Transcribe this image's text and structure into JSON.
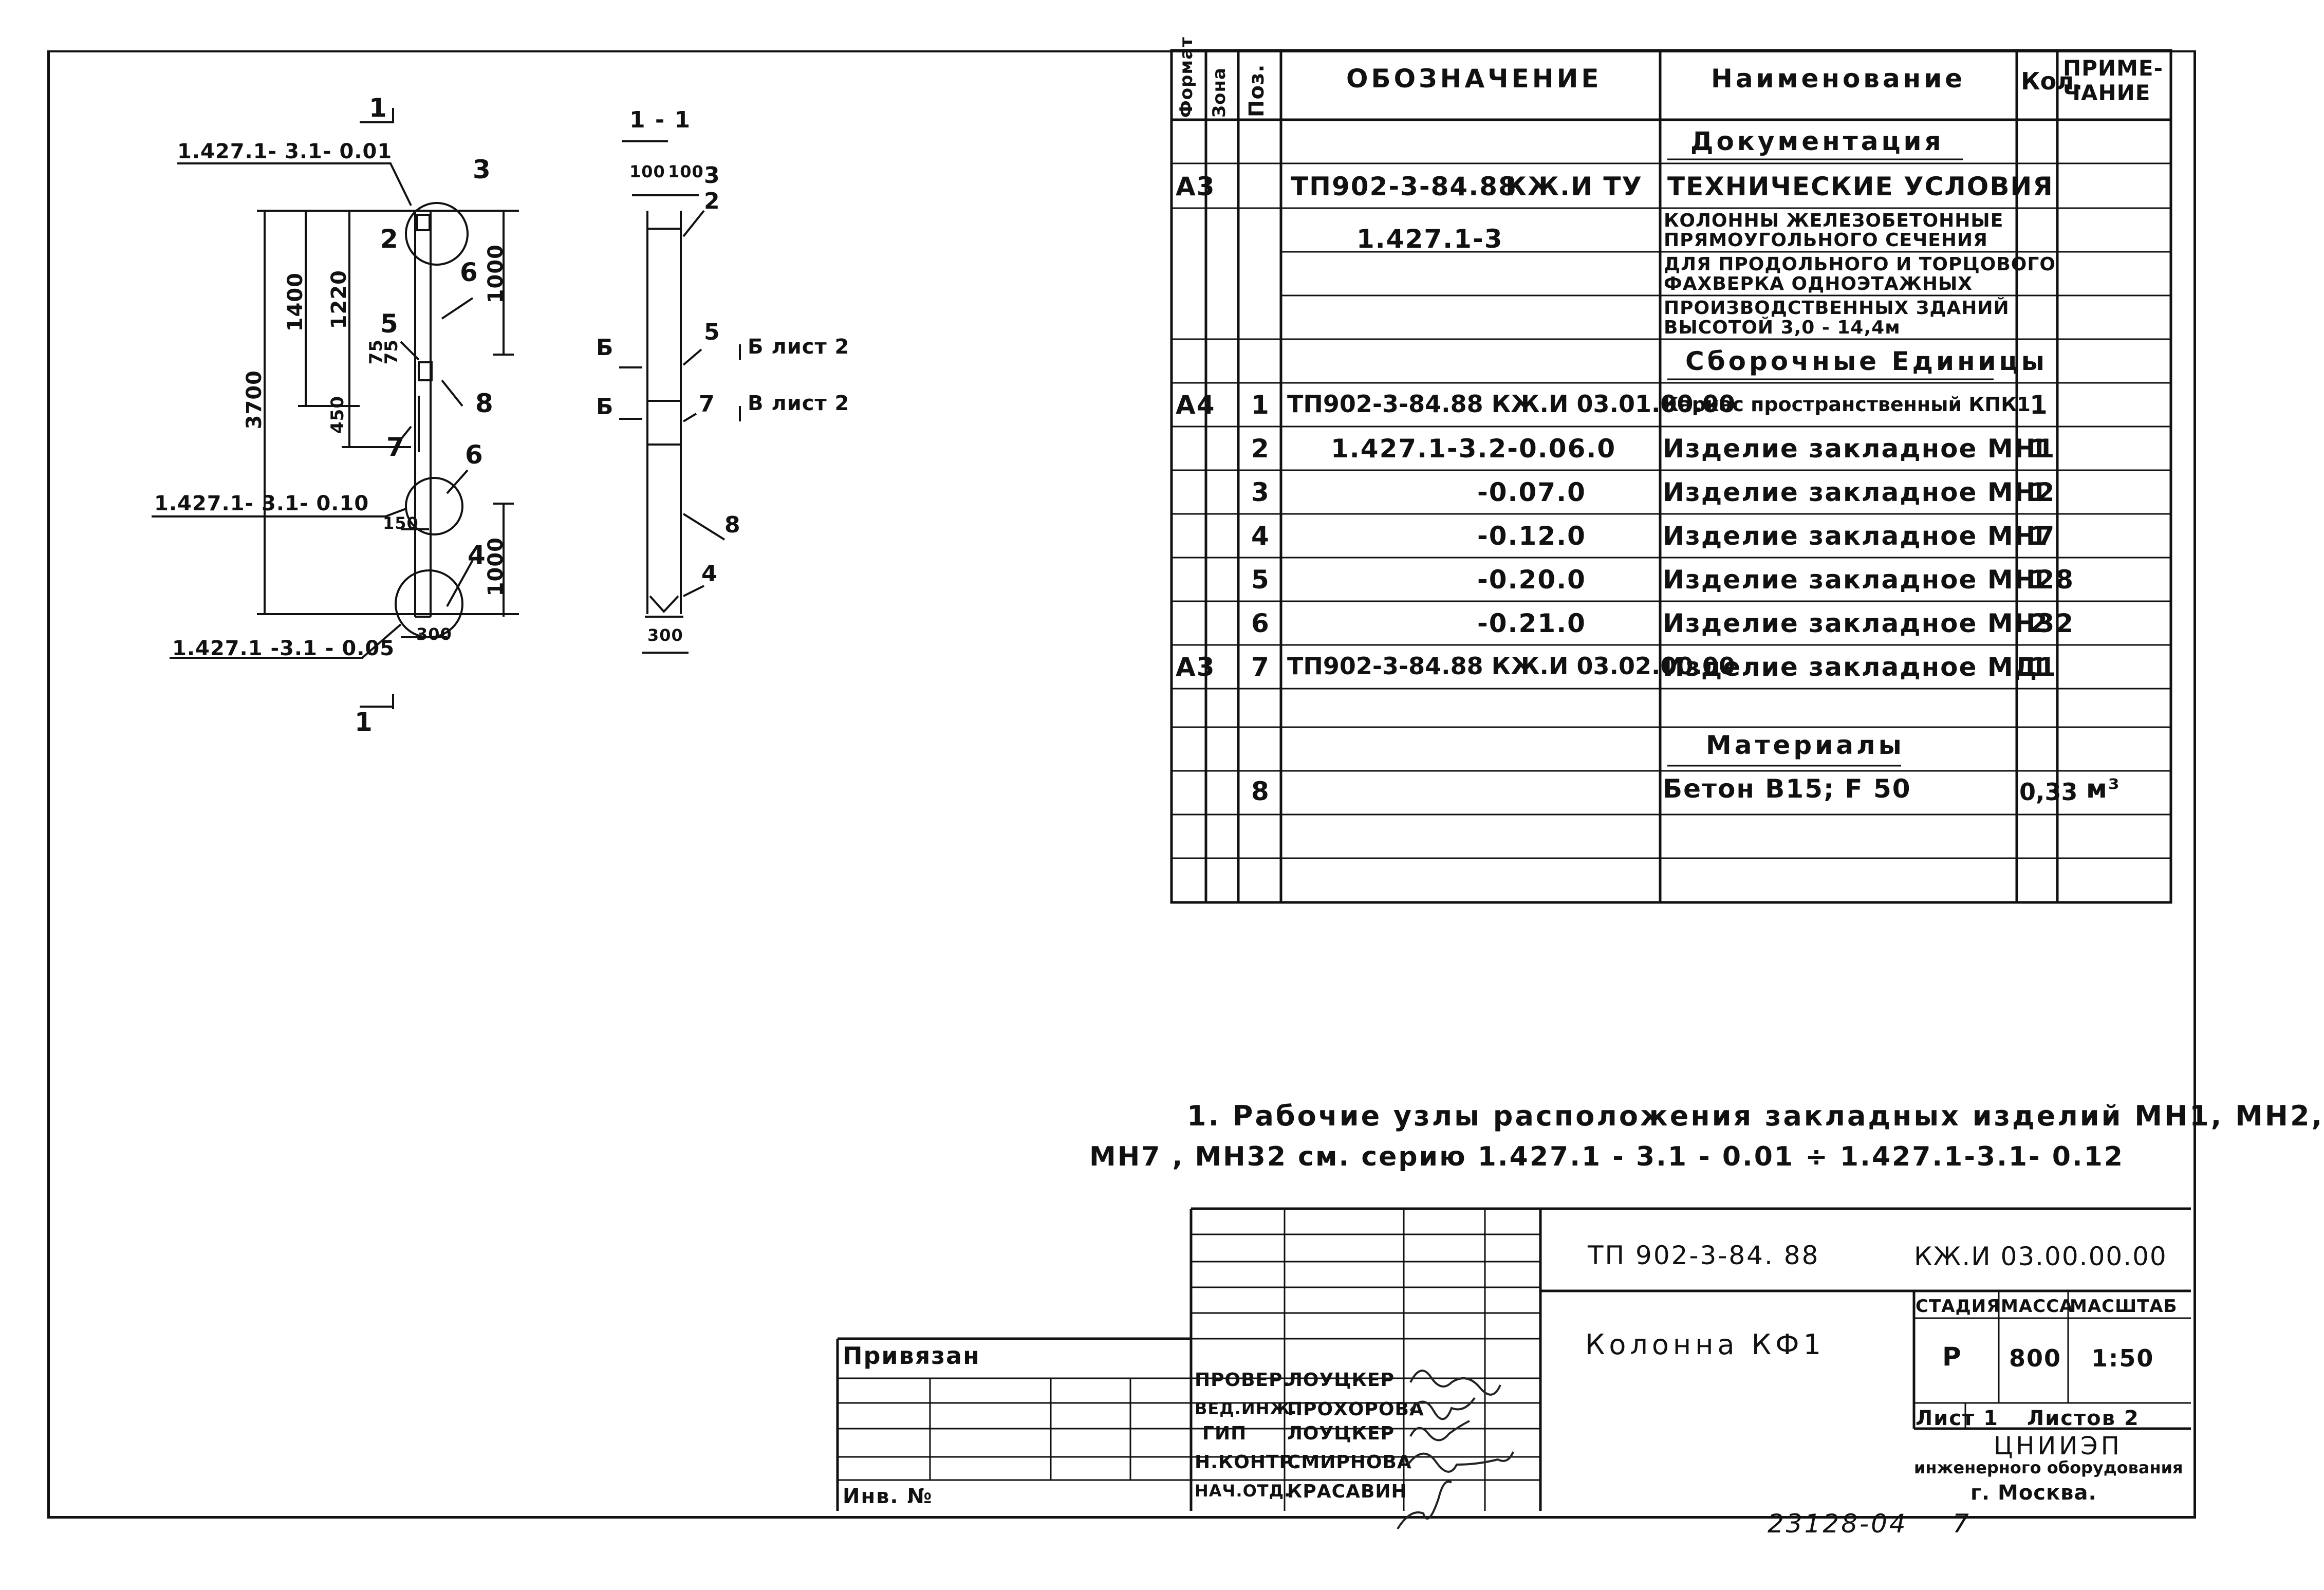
{
  "spec_table": {
    "headers": {
      "format": "Формат",
      "zone": "Зона",
      "pos": "Поз.",
      "designation": "ОБОЗНАЧЕНИЕ",
      "name": "Наименование",
      "qty": "Кол.",
      "note_line1": "ПРИМЕ-",
      "note_line2": "ЧАНИЕ"
    },
    "section_docs": "Документация",
    "doc_row": {
      "format": "А3",
      "designation": "ТП902-3-84.88",
      "code": "КЖ.И  ТУ",
      "name": "ТЕХНИЧЕСКИЕ УСЛОВИЯ"
    },
    "series_designation": "1.427.1-3",
    "series_name_lines": [
      "КОЛОННЫ ЖЕЛЕЗОБЕТОННЫЕ",
      "ПРЯМОУГОЛЬНОГО СЕЧЕНИЯ",
      "ДЛЯ ПРОДОЛЬНОГО И ТОРЦОВОГО",
      "ФАХВЕРКА ОДНОЭТАЖНЫХ",
      "ПРОИЗВОДСТВЕННЫХ ЗДАНИЙ",
      "ВЫСОТОЙ 3,0 - 14,4м"
    ],
    "section_assembly": "Сборочные Единицы",
    "rows": [
      {
        "format": "А4",
        "pos": "1",
        "designation": "ТП902-3-84.88 КЖ.И 03.01.00.00",
        "name": "Каркас пространственный КПК1",
        "qty": "1"
      },
      {
        "format": "",
        "pos": "2",
        "designation": "1.427.1-3.2-0.06.0",
        "name": "Изделие закладное МН1",
        "qty": "1"
      },
      {
        "format": "",
        "pos": "3",
        "designation": "-0.07.0",
        "name": "Изделие закладное МН2",
        "qty": "1"
      },
      {
        "format": "",
        "pos": "4",
        "designation": "-0.12.0",
        "name": "Изделие закладное МН7",
        "qty": "1"
      },
      {
        "format": "",
        "pos": "5",
        "designation": "-0.20.0",
        "name": "Изделие закладное МН28",
        "qty": "1"
      },
      {
        "format": "",
        "pos": "6",
        "designation": "-0.21.0",
        "name": "Изделие закладное МН32",
        "qty": "2"
      },
      {
        "format": "А3",
        "pos": "7",
        "designation": "ТП902-3-84.88 КЖ.И 03.02.00.00",
        "name": "Изделие закладное МД1",
        "qty": "1"
      }
    ],
    "section_materials": "Материалы",
    "material_row": {
      "pos": "8",
      "name": "Бетон В15; F 50",
      "qty": "0,33",
      "note": "м³"
    }
  },
  "drawing": {
    "front_view": {
      "cut_mark": "1",
      "refs": [
        "1.427.1- 3.1- 0.01",
        "1.427.1- 3.1- 0.10",
        "1.427.1 -3.1 - 0.05"
      ],
      "dims": [
        "3700",
        "1400",
        "1220",
        "1000",
        "75",
        "75",
        "450",
        "150",
        "1000",
        "300"
      ],
      "callouts": [
        "3",
        "2",
        "6",
        "5",
        "8",
        "7",
        "6",
        "4"
      ]
    },
    "section_view": {
      "title": "1 - 1",
      "dims": [
        "100",
        "100",
        "300"
      ],
      "callouts": [
        "3",
        "2",
        "5",
        "7",
        "8",
        "4"
      ],
      "cut_marks": [
        "Б",
        "Б"
      ],
      "sheet_refs": [
        "Б лист 2",
        "В лист 2"
      ]
    }
  },
  "notes": {
    "line1": "1. Рабочие узлы расположения закладных изделий МН1, МН2,",
    "line2": "МН7 , МН32 см. серию 1.427.1 - 3.1 - 0.01 ÷ 1.427.1-3.1- 0.12"
  },
  "title_block": {
    "project_code": "ТП 902-3-84. 88",
    "doc_code": "КЖ.И 03.00.00.00",
    "object_name": "Колонна КФ1",
    "stage_label": "СТАДИЯ",
    "mass_label": "МАССА",
    "scale_label": "МАСШТАБ",
    "stage": "Р",
    "mass": "800",
    "scale": "1:50",
    "sheet": "Лист 1",
    "sheets": "Листов 2",
    "org_line1": "ЦНИИЭП",
    "org_line2": "инженерного оборудования",
    "org_line3": "г. Москва.",
    "bound_label": "Привязан",
    "inv_label": "Инв. №",
    "roles": [
      {
        "role": "ПРОВЕР.",
        "person": "ЛОУЦКЕР"
      },
      {
        "role": "ВЕД.ИНЖ.",
        "person": "ПРОХОРОВА"
      },
      {
        "role": "ГИП",
        "person": "ЛОУЦКЕР"
      },
      {
        "role": "Н.КОНТР.",
        "person": "СМИРНОВА"
      },
      {
        "role": "НАЧ.ОТД.",
        "person": "КРАСАВИН"
      }
    ],
    "stamp_number": "23128-04",
    "stamp_page": "7"
  }
}
